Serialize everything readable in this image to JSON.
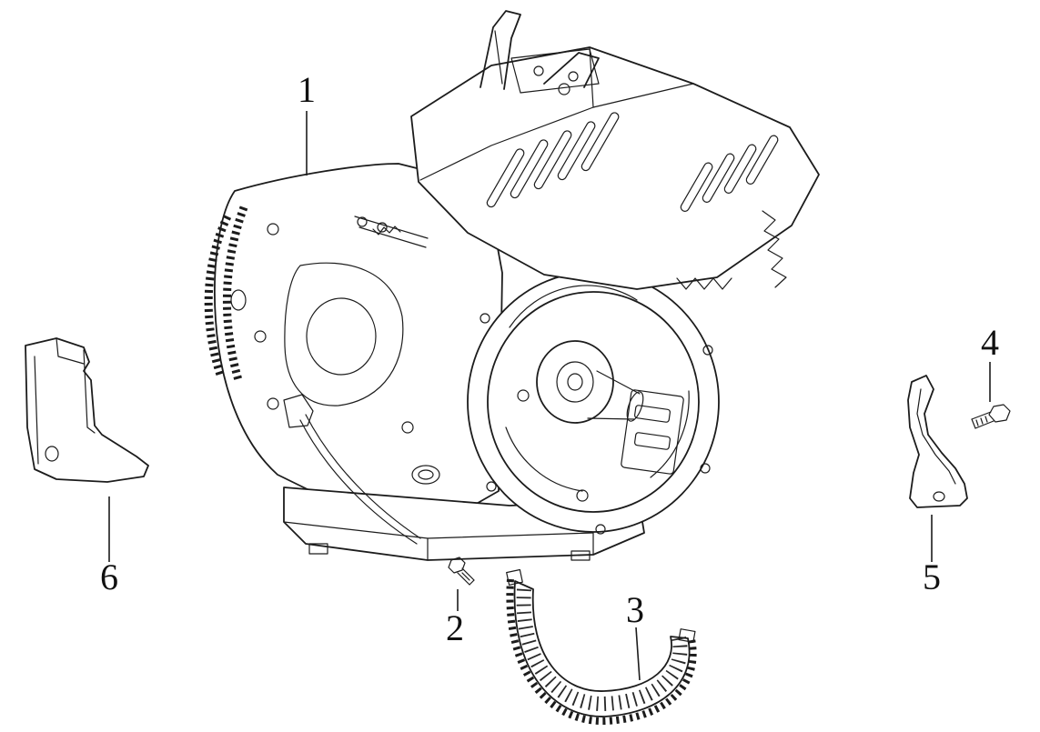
{
  "page": {
    "background_color": "#ffffff",
    "line_color": "#1c1c1c"
  },
  "diagram": {
    "name": "engine-exploded-parts-diagram",
    "callouts": [
      {
        "number": "1"
      },
      {
        "number": "2"
      },
      {
        "number": "3"
      },
      {
        "number": "4"
      },
      {
        "number": "5"
      },
      {
        "number": "6"
      }
    ]
  }
}
